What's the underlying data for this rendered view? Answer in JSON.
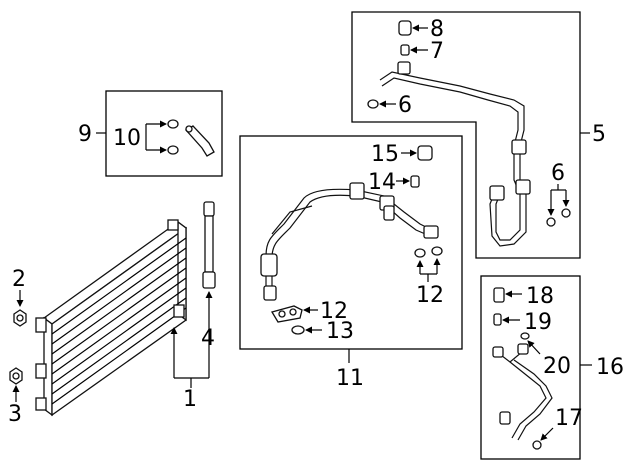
{
  "diagram": {
    "callouts": {
      "c1": "1",
      "c2": "2",
      "c3": "3",
      "c4": "4",
      "c5": "5",
      "c6a": "6",
      "c6b": "6",
      "c7": "7",
      "c8": "8",
      "c9": "9",
      "c10": "10",
      "c11": "11",
      "c12a": "12",
      "c12b": "12",
      "c13": "13",
      "c14": "14",
      "c15": "15",
      "c16": "16",
      "c17": "17",
      "c18": "18",
      "c19": "19",
      "c20": "20"
    }
  }
}
